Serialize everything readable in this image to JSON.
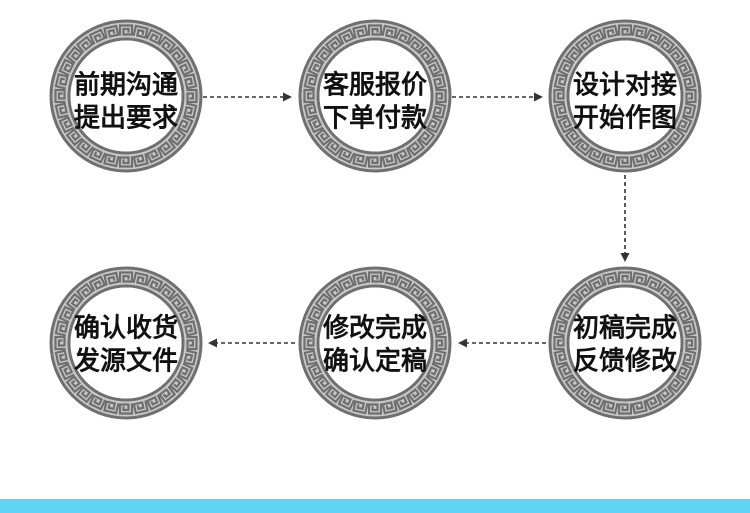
{
  "steps": [
    {
      "line1": "前期沟通",
      "line2": "提出要求"
    },
    {
      "line1": "客服报价",
      "line2": "下单付款"
    },
    {
      "line1": "设计对接",
      "line2": "开始作图"
    },
    {
      "line1": "确认收货",
      "line2": "发源文件"
    },
    {
      "line1": "修改完成",
      "line2": "确认定稿"
    },
    {
      "line1": "初稿完成",
      "line2": "反馈修改"
    }
  ],
  "colors": {
    "ring_dark": "#6f6f6f",
    "ring_light": "#c9c9c9",
    "connector": "#333333",
    "bottom_bar": "#5fd3f3"
  },
  "icons": {
    "ring": "greek-key-ring-icon",
    "arrow": "arrowhead-icon"
  }
}
